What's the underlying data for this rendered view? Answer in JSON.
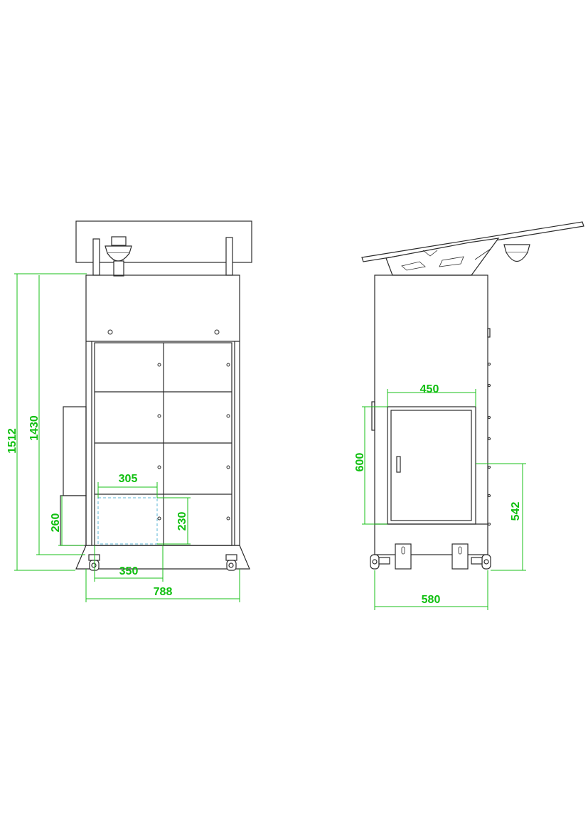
{
  "colors": {
    "line": "#2b2b2b",
    "dimension": "#0fbf0f",
    "hidden_outline": "#5ab6d6",
    "background": "#ffffff"
  },
  "front_view": {
    "dimensions": {
      "total_height": "1512",
      "cabinet_height": "1430",
      "compartment_width": "305",
      "compartment_height": "230",
      "side_box_height": "260",
      "opening_width": "350",
      "overall_width": "788"
    }
  },
  "side_view": {
    "dimensions": {
      "door_width": "450",
      "door_height": "600",
      "door_bottom_height": "542",
      "depth": "580"
    }
  }
}
